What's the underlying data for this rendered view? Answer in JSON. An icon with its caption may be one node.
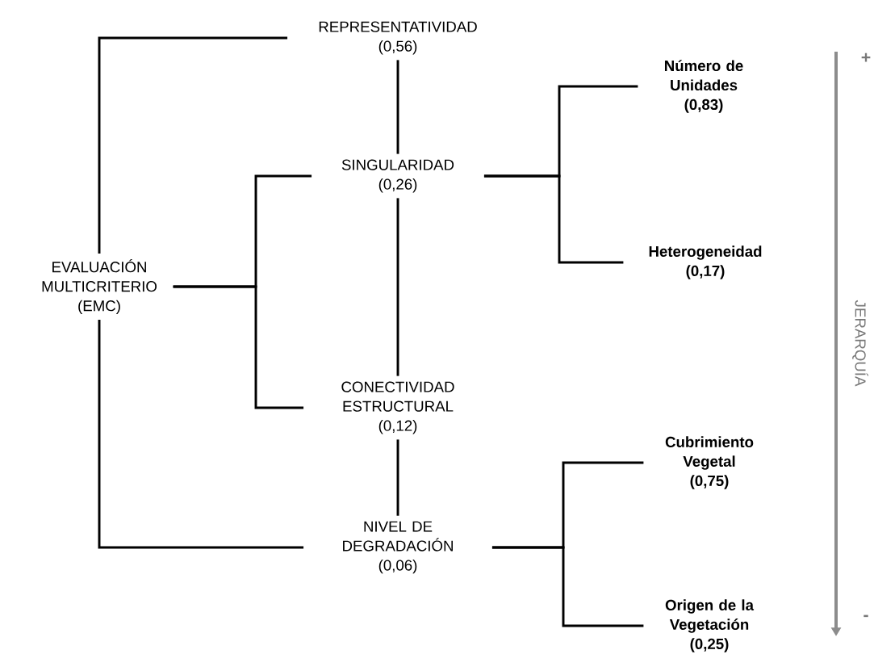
{
  "diagram": {
    "nodes": [
      {
        "text": [
          "EVALUACIÓN MULTICRITERIO (EMC)"
        ]
      },
      {
        "text": [
          "REPRESENTATIVIDAD",
          "(0,56)"
        ]
      },
      {
        "text": [
          "SINGULARIDAD",
          "(0,26)"
        ]
      },
      {
        "text": [
          "CONECTIVIDAD ESTRUCTURAL",
          "(0,12)"
        ]
      },
      {
        "text": [
          "NIVEL DE DEGRADACIÓN",
          "(0,06)"
        ]
      },
      {
        "text": [
          "Número de Unidades",
          "(0,83)"
        ]
      },
      {
        "text": [
          "Heterogeneidad",
          "(0,17)"
        ]
      },
      {
        "text": [
          "Cubrimiento Vegetal",
          "(0,75)"
        ]
      },
      {
        "text": [
          "Origen de la Vegetación",
          "(0,25)"
        ]
      }
    ],
    "edges": [
      {
        "from": 0,
        "to": 1,
        "arrow": "none"
      },
      {
        "from": 0,
        "to": 2,
        "arrow": "none"
      },
      {
        "from": 0,
        "to": 3,
        "arrow": "none"
      },
      {
        "from": 0,
        "to": 4,
        "arrow": "none"
      },
      {
        "from": 1,
        "to": 2,
        "arrow": "none"
      },
      {
        "from": 2,
        "to": 3,
        "arrow": "none"
      },
      {
        "from": 3,
        "to": 4,
        "arrow": "none"
      },
      {
        "from": 2,
        "to": 5,
        "arrow": "none"
      },
      {
        "from": 2,
        "to": 6,
        "arrow": "none"
      },
      {
        "from": 4,
        "to": 7,
        "arrow": "none"
      },
      {
        "from": 4,
        "to": 8,
        "arrow": "none"
      }
    ],
    "labels": [
      "+",
      "JERARQUÍA",
      "-"
    ]
  }
}
